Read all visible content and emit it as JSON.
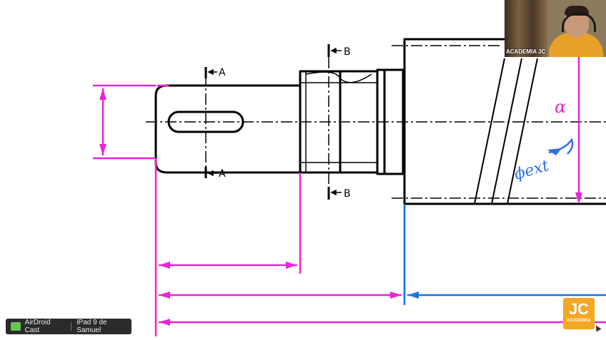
{
  "drawing": {
    "section_labels": {
      "a_top": "A",
      "a_bottom": "A",
      "b_top": "B",
      "b_bottom": "B"
    },
    "annotations": {
      "alpha": "α",
      "phi_ext": "ϕext"
    },
    "colors": {
      "ink": "#000000",
      "magenta": "#ee22d6",
      "blue": "#1a74e8",
      "annot_blue": "#2f6fe8"
    }
  },
  "webcam": {
    "caption": "ACADEMIA JC"
  },
  "logo": {
    "mark": "JC",
    "text": "ACADEMIA"
  },
  "airdroid": {
    "app": "AirDroid Cast",
    "device": "iPad 9 de Samuel"
  }
}
